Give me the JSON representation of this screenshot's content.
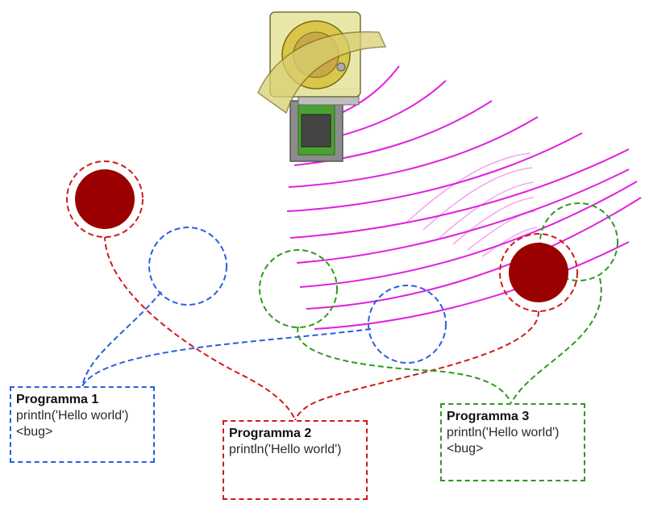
{
  "colors": {
    "blue": "#2a5fe0",
    "red": "#d11a1a",
    "green": "#2e9a1e",
    "dark_red": "#9b0000",
    "wave": "#e020e0",
    "wave_faint": "#f2a0f0"
  },
  "programs": [
    {
      "title": "Programma 1",
      "line1": "println('Hello world')",
      "line2": "<bug>"
    },
    {
      "title": "Programma 2",
      "line1": "println('Hello world')",
      "line2": ""
    },
    {
      "title": "Programma 3",
      "line1": "println('Hello world')",
      "line2": "<bug>"
    }
  ],
  "device_icon": "rotating-robot-sensor-head-icon",
  "signal_icon": "signal-waves-icon"
}
